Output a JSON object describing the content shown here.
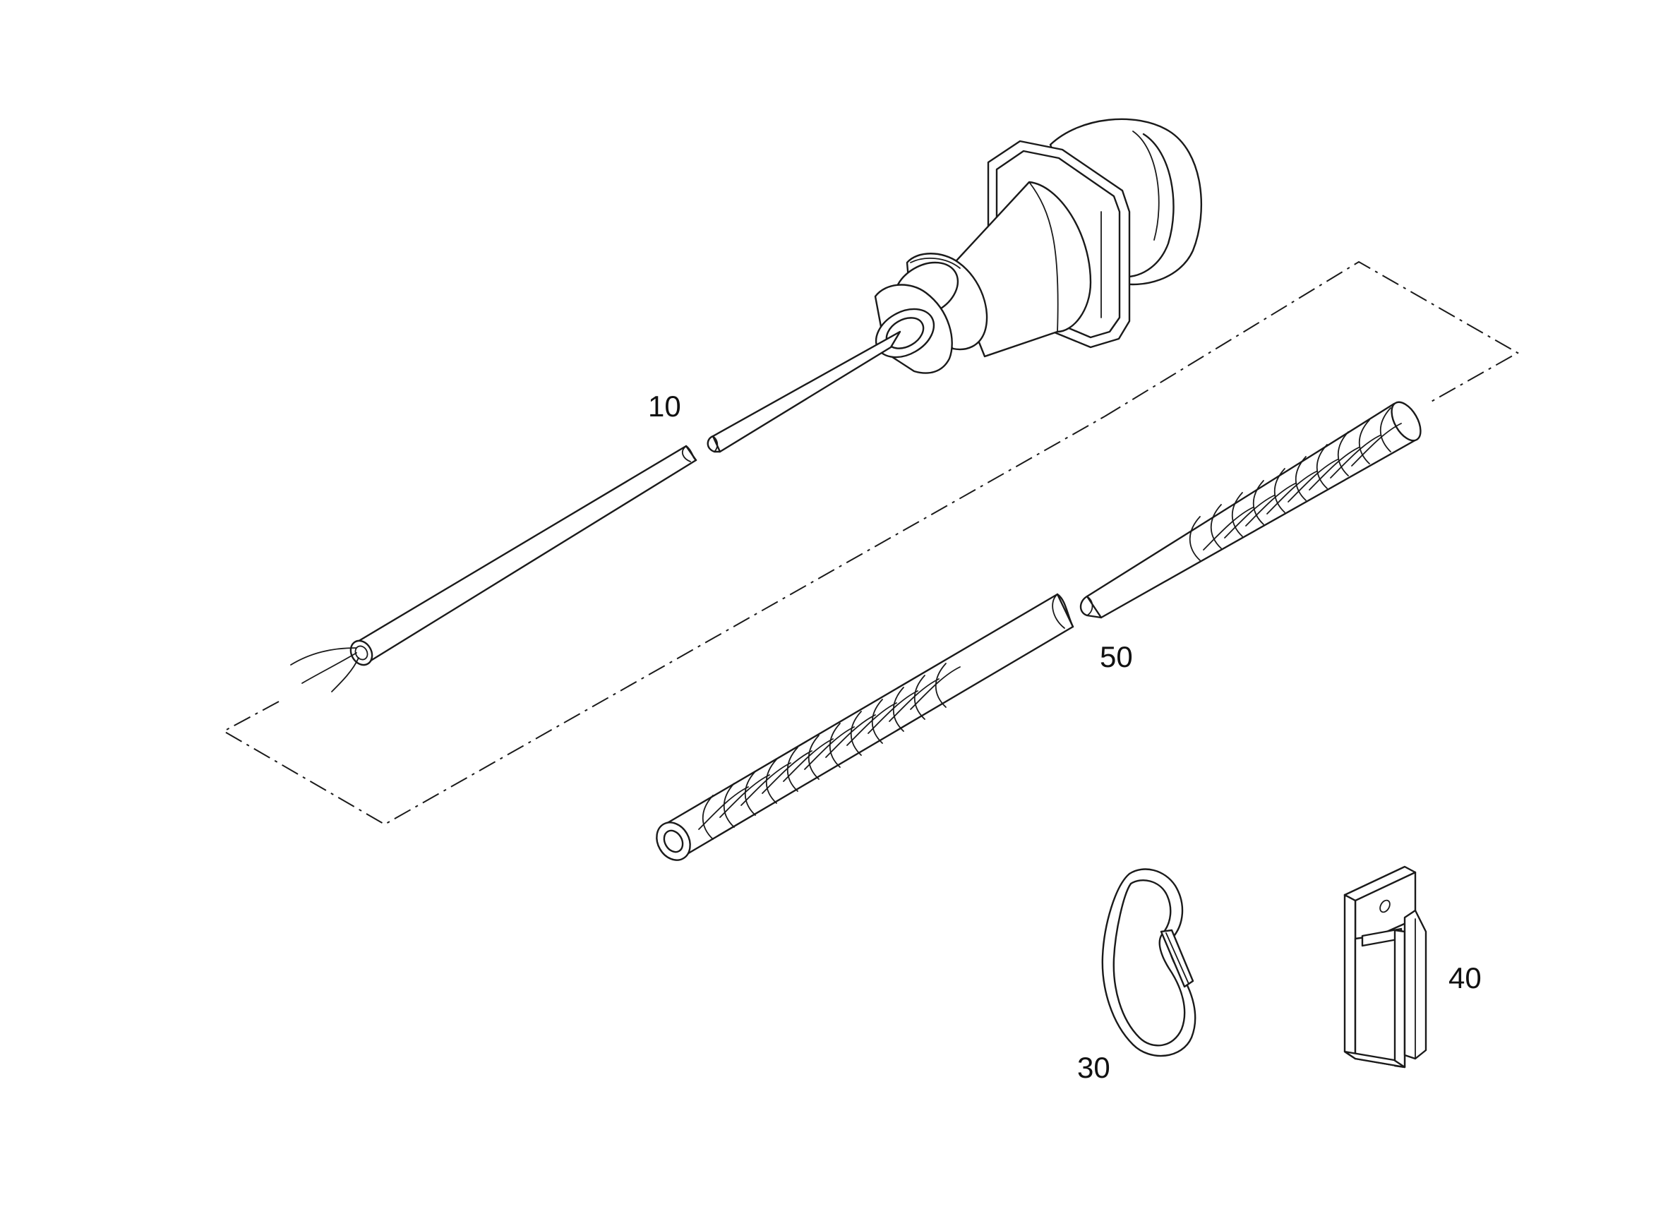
{
  "callouts": [
    {
      "id": "10",
      "label": "10"
    },
    {
      "id": "50",
      "label": "50"
    },
    {
      "id": "30",
      "label": "30"
    },
    {
      "id": "40",
      "label": "40"
    }
  ]
}
